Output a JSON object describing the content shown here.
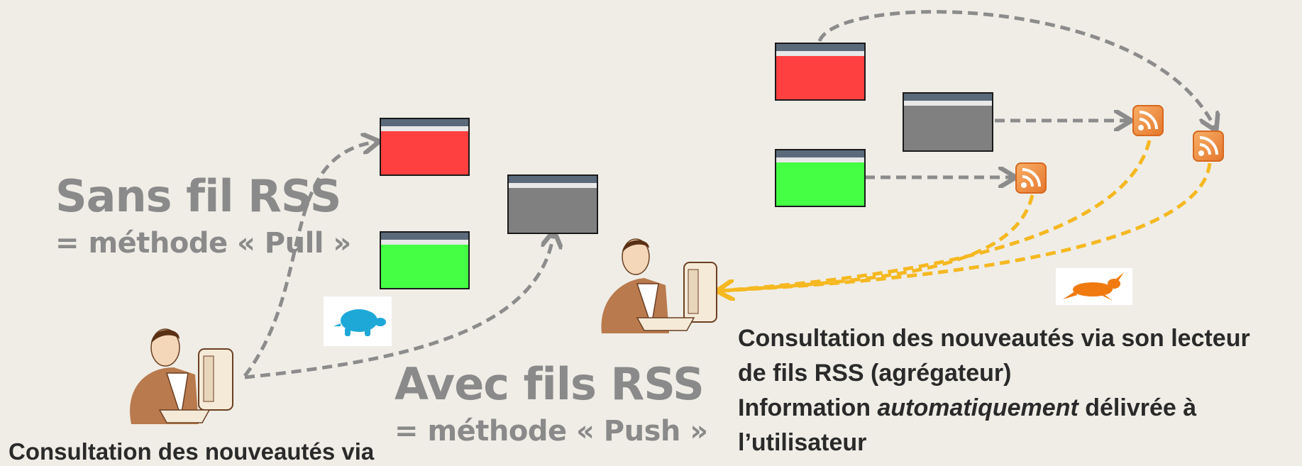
{
  "left": {
    "heading": "Sans fil RSS",
    "subheading": "= méthode « Pull »",
    "caption": "Consultation des nouveautés via"
  },
  "middle": {
    "heading": "Avec fils RSS",
    "subheading": "= méthode « Push »"
  },
  "right": {
    "caption_line1": "Consultation des nouveautés via son lecteur",
    "caption_line2": "de fils RSS (agrégateur)",
    "caption_line3_pre": "Information ",
    "caption_line3_em": "automatiquement",
    "caption_line3_post": " délivrée à",
    "caption_line4": "l’utilisateur"
  },
  "colors": {
    "pull_arrow": "#8c8c8c",
    "push_arrow": "#f5b820",
    "heading_gray": "#8a8a8a",
    "window_red": "#ff4040",
    "window_green": "#44ff44",
    "window_gray": "#808080",
    "tortoise": "#1ea8d8",
    "hare": "#f07a10",
    "rss_orange": "#e4762a"
  },
  "icons": [
    "user-at-computer-icon",
    "browser-window-icon",
    "rss-feed-icon",
    "tortoise-icon",
    "hare-icon"
  ]
}
